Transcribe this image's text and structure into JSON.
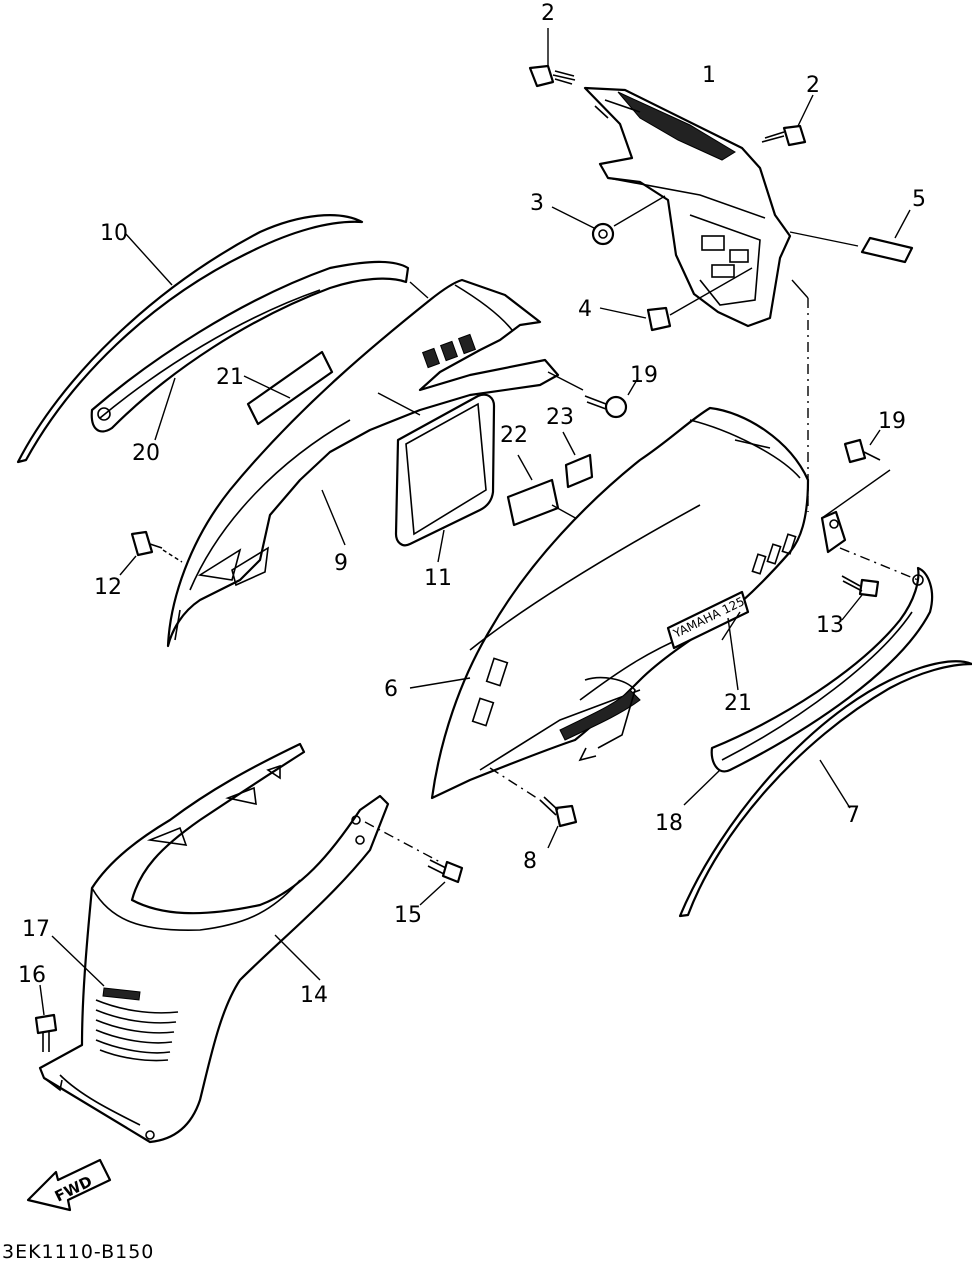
{
  "diagram": {
    "drawing_code": "3EK1110-B150",
    "fwd_label": "FWD",
    "brand_mark": "YAMAHA 125",
    "callouts": {
      "c1": "1",
      "c2a": "2",
      "c2b": "2",
      "c3": "3",
      "c4": "4",
      "c5": "5",
      "c6": "6",
      "c7": "7",
      "c8": "8",
      "c9": "9",
      "c10": "10",
      "c11": "11",
      "c12": "12",
      "c13": "13",
      "c14": "14",
      "c15": "15",
      "c16": "16",
      "c17": "17",
      "c18": "18",
      "c19a": "19",
      "c19b": "19",
      "c20": "20",
      "c21a": "21",
      "c21b": "21",
      "c22": "22",
      "c23": "23"
    }
  },
  "colors": {
    "ink": "#000000",
    "paper": "#ffffff"
  }
}
